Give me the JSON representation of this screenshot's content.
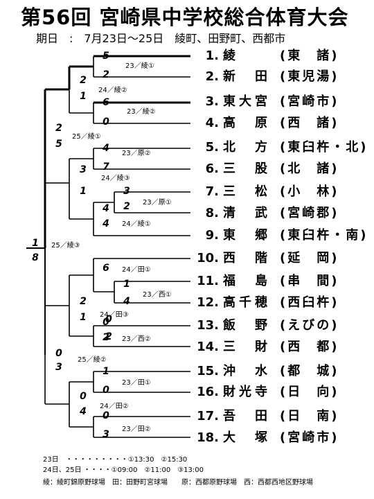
{
  "title": "第56回 宮崎県中学校総合体育大会",
  "subtitle": "期日　:　7月23日～25日　綾町、田野町、西都市",
  "teams": [
    {
      "num": "1.",
      "name": "綾",
      "pref": "(東　諸)"
    },
    {
      "num": "2.",
      "name": "新　田",
      "pref": "(東児湯)"
    },
    {
      "num": "3.",
      "name": "東大宮",
      "pref": "(宮崎市)"
    },
    {
      "num": "4.",
      "name": "高　原",
      "pref": "(西　諸)"
    },
    {
      "num": "5.",
      "name": "北　方",
      "pref": "(東臼杵・北)"
    },
    {
      "num": "6.",
      "name": "三　股",
      "pref": "(北　諸)"
    },
    {
      "num": "7.",
      "name": "三　松",
      "pref": "(小　林)"
    },
    {
      "num": "8.",
      "name": "清　武",
      "pref": "(宮崎郡)"
    },
    {
      "num": "9.",
      "name": "東　郷",
      "pref": "(東臼杵・南)"
    },
    {
      "num": "10.",
      "name": "西　階",
      "pref": "(延　岡)"
    },
    {
      "num": "11.",
      "name": "福　島",
      "pref": "(串　間)"
    },
    {
      "num": "12.",
      "name": "高千穂",
      "pref": "(西臼杵)"
    },
    {
      "num": "13.",
      "name": "飯　野",
      "pref": "(えびの)"
    },
    {
      "num": "14.",
      "name": "三　財",
      "pref": "(西　都)"
    },
    {
      "num": "15.",
      "name": "沖　水",
      "pref": "(都　城)"
    },
    {
      "num": "16.",
      "name": "財光寺",
      "pref": "(日　向)"
    },
    {
      "num": "17.",
      "name": "吾　田",
      "pref": "(日　南)"
    },
    {
      "num": "18.",
      "name": "大　塚",
      "pref": "(宮崎市)"
    }
  ],
  "scores": [
    "5",
    "2",
    "6",
    "0",
    "4",
    "7",
    "3",
    "2",
    "4",
    "6",
    "1",
    "4",
    "2",
    "0",
    "1",
    "0",
    "0",
    "1",
    "0",
    "2",
    "3",
    "2",
    "1",
    "1",
    "4",
    "2",
    "5",
    "3",
    "1",
    "2",
    "0",
    "1",
    "8",
    "3",
    "4"
  ],
  "notes": [
    "23／綾①",
    "23／綾②",
    "24／綾②",
    "23／原②",
    "23／原①",
    "24／綾①",
    "24／綾③",
    "25／綾①",
    "25／綾③",
    "24／田①",
    "23／西①",
    "24／田③",
    "23／西②",
    "25／綾②",
    "23／田①",
    "24／田②",
    "23／田②"
  ],
  "footer": {
    "line1": "23日　・・・・・・・・・①13:30　②15:30",
    "line2": "24日、25日 ・・・・①09:00　②11:00　③13:00",
    "line3": "綾：綾町錦原野球場　田：田野町宮球場　　原：西都原野球場　西：西都西地区野球場"
  }
}
